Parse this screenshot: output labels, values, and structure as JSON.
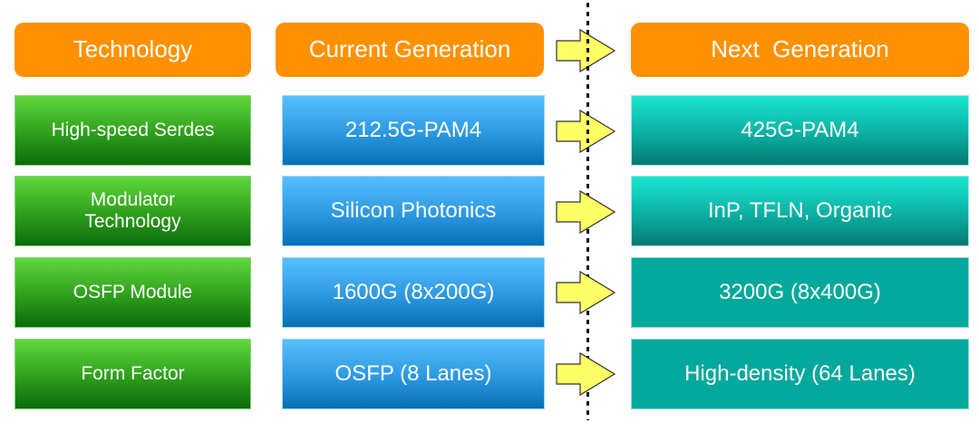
{
  "headers": {
    "technology": "Technology",
    "current": "Current Generation",
    "next": "Next  Generation"
  },
  "rows": [
    {
      "technology": "High-speed Serdes",
      "current": "212.5G-PAM4",
      "next": "425G-PAM4"
    },
    {
      "technology": "Modulator Technology",
      "current": "Silicon Photonics",
      "next": "InP, TFLN, Organic"
    },
    {
      "technology": "OSFP Module",
      "current": "1600G (8x200G)",
      "next": "3200G (8x400G)"
    },
    {
      "technology": "Form Factor",
      "current": "OSFP (8 Lanes)",
      "next": "High-density (64 Lanes)"
    }
  ],
  "icons": {
    "arrow": "right-arrow-icon",
    "divider": "dashed-divider"
  },
  "colors": {
    "header": "#ff9100",
    "technology": "#2e9e1c",
    "current": "#2c98e0",
    "next": "#0ab0a2",
    "next_flat": "#00a99b",
    "arrow_fill": "#ffff66",
    "arrow_stroke": "#333333"
  }
}
